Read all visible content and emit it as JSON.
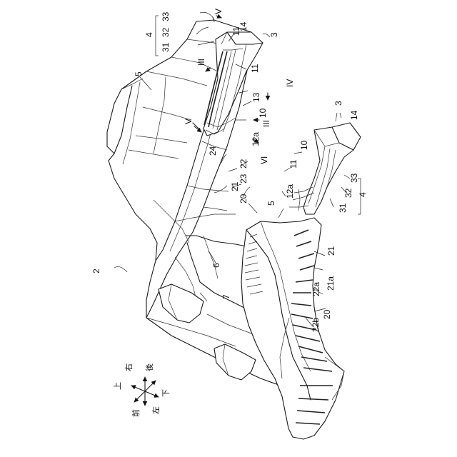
{
  "labels": {
    "l2": "2",
    "l3a": "3",
    "l3b": "3",
    "l4a": "4",
    "l4b": "4",
    "l5a": "5",
    "l5b": "5",
    "l6": "6",
    "l7": "7",
    "l10a": "10",
    "l10b": "10",
    "l11a": "11",
    "l11b": "11",
    "l11c": "11",
    "l12a_a": "12a",
    "l12a_b": "12a",
    "l13": "13",
    "l14a": "14",
    "l14b": "14",
    "l20a": "20",
    "l20b": "20",
    "l21a": "21",
    "l21b": "21",
    "l21a_lbl": "21a",
    "l22": "22",
    "l22a": "22a",
    "l22b": "22b",
    "l23": "23",
    "l24": "24",
    "l31a": "31",
    "l31b": "31",
    "l32a": "32",
    "l32b": "32",
    "l33a": "33",
    "l33b": "33",
    "secIII_a": "III",
    "secIII_b": "III",
    "secIV": "IV",
    "secV_a": "V",
    "secV_b": "V",
    "secVI": "VI"
  },
  "compass": {
    "up": "上",
    "right": "右",
    "rear": "後",
    "down": "下",
    "left": "左",
    "front": "前"
  }
}
